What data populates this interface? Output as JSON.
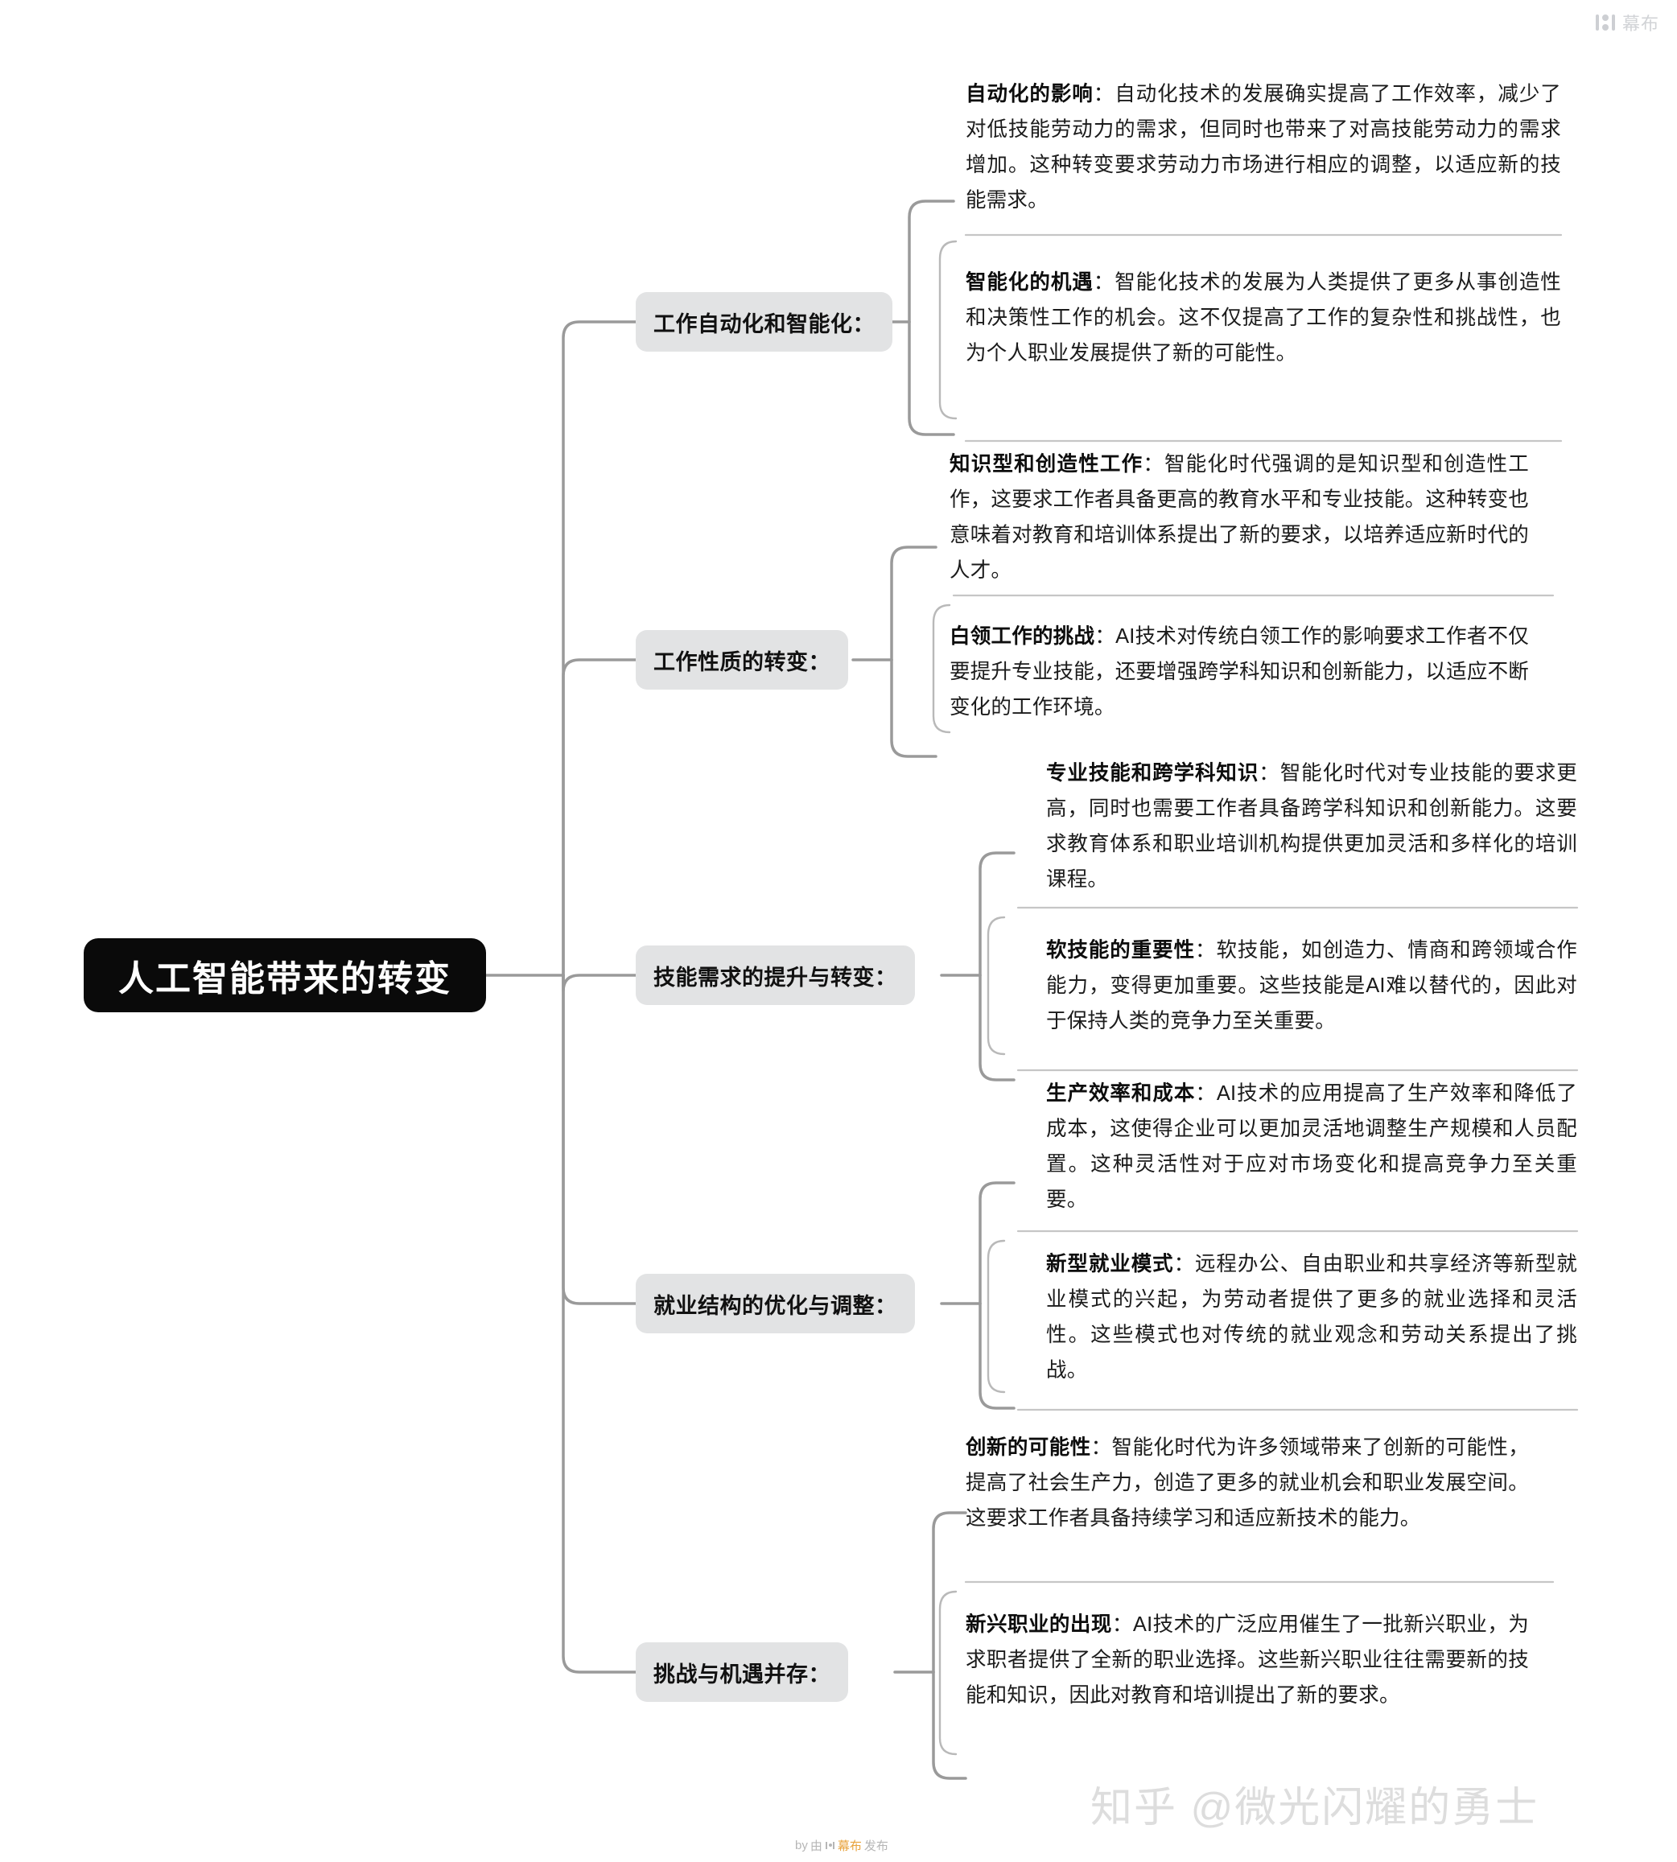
{
  "watermarks": {
    "mubu_logo_text": "幕布",
    "zhihu_text": "知乎 @微光闪耀的勇士",
    "footer_prefix": "by",
    "footer_mid": "由",
    "footer_brand": "幕布",
    "footer_suffix": "发布"
  },
  "mindmap": {
    "root": {
      "label": "人工智能带来的转变"
    },
    "branches": [
      {
        "label": "工作自动化和智能化：",
        "leaves": [
          {
            "title": "自动化的影响",
            "body": "：自动化技术的发展确实提高了工作效率，减少了对低技能劳动力的需求，但同时也带来了对高技能劳动力的需求增加。这种转变要求劳动力市场进行相应的调整，以适应新的技能需求。"
          },
          {
            "title": "智能化的机遇",
            "body": "：智能化技术的发展为人类提供了更多从事创造性和决策性工作的机会。这不仅提高了工作的复杂性和挑战性，也为个人职业发展提供了新的可能性。"
          }
        ]
      },
      {
        "label": "工作性质的转变：",
        "leaves": [
          {
            "title": "知识型和创造性工作",
            "body": "：智能化时代强调的是知识型和创造性工作，这要求工作者具备更高的教育水平和专业技能。这种转变也意味着对教育和培训体系提出了新的要求，以培养适应新时代的人才。"
          },
          {
            "title": "白领工作的挑战",
            "body": "：AI技术对传统白领工作的影响要求工作者不仅要提升专业技能，还要增强跨学科知识和创新能力，以适应不断变化的工作环境。"
          }
        ]
      },
      {
        "label": "技能需求的提升与转变：",
        "leaves": [
          {
            "title": "专业技能和跨学科知识",
            "body": "：智能化时代对专业技能的要求更高，同时也需要工作者具备跨学科知识和创新能力。这要求教育体系和职业培训机构提供更加灵活和多样化的培训课程。"
          },
          {
            "title": "软技能的重要性",
            "body": "：软技能，如创造力、情商和跨领域合作能力，变得更加重要。这些技能是AI难以替代的，因此对于保持人类的竞争力至关重要。"
          }
        ]
      },
      {
        "label": "就业结构的优化与调整：",
        "leaves": [
          {
            "title": "生产效率和成本",
            "body": "：AI技术的应用提高了生产效率和降低了成本，这使得企业可以更加灵活地调整生产规模和人员配置。这种灵活性对于应对市场变化和提高竞争力至关重要。"
          },
          {
            "title": "新型就业模式",
            "body": "：远程办公、自由职业和共享经济等新型就业模式的兴起，为劳动者提供了更多的就业选择和灵活性。这些模式也对传统的就业观念和劳动关系提出了挑战。"
          }
        ]
      },
      {
        "label": "挑战与机遇并存：",
        "leaves": [
          {
            "title": "创新的可能性",
            "body": "：智能化时代为许多领域带来了创新的可能性，提高了社会生产力，创造了更多的就业机会和职业发展空间。这要求工作者具备持续学习和适应新技术的能力。"
          },
          {
            "title": "新兴职业的出现",
            "body": "：AI技术的广泛应用催生了一批新兴职业，为求职者提供了全新的职业选择。这些新兴职业往往需要新的技能和知识，因此对教育和培训提出了新的要求。"
          }
        ]
      }
    ]
  },
  "colors": {
    "root_bg": "#0a0a0a",
    "root_text": "#ffffff",
    "branch_bg": "#e2e3e4",
    "branch_text": "#111111",
    "leaf_text": "#1b1b1b",
    "connector": "#9a9a9a",
    "page_bg": "#ffffff"
  }
}
